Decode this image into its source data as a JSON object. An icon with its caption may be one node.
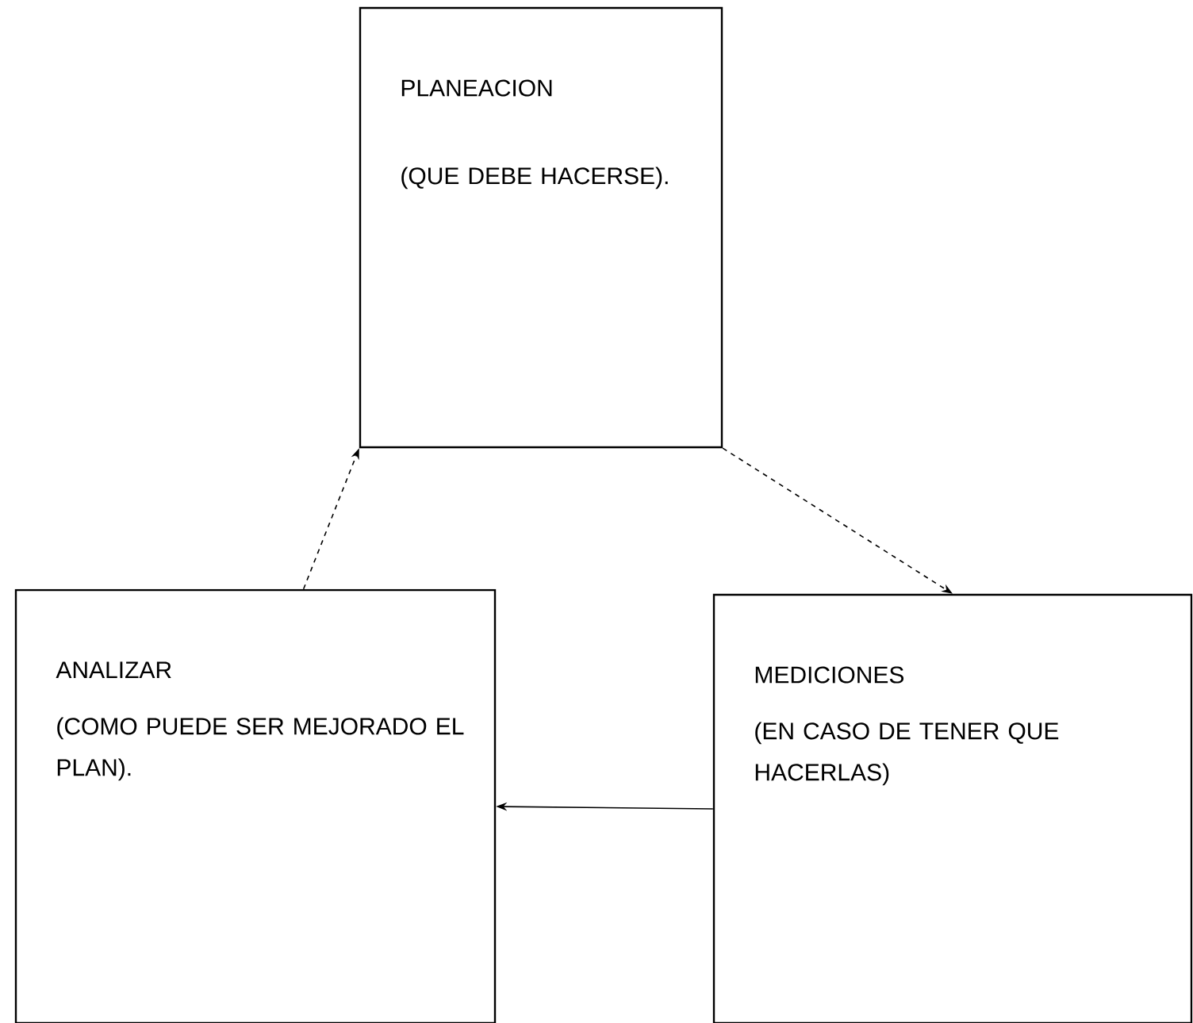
{
  "diagram": {
    "nodes": [
      {
        "text": [
          "PLANEACION",
          "(QUE DEBE HACERSE)."
        ]
      },
      {
        "text": [
          "ANALIZAR",
          "(COMO PUEDE SER MEJORADO EL PLAN)."
        ]
      },
      {
        "text": [
          "MEDICIONES",
          "(EN CASO DE TENER QUE HACERLAS)"
        ]
      }
    ],
    "edges": [
      {
        "from": 0,
        "to": 2,
        "arrow": "to",
        "style": "dashed"
      },
      {
        "from": 2,
        "to": 1,
        "arrow": "to"
      },
      {
        "from": 1,
        "to": 0,
        "arrow": "to",
        "style": "dashed"
      }
    ]
  }
}
